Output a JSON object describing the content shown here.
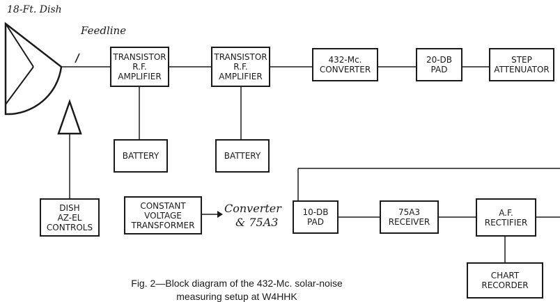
{
  "labels": {
    "dish": "18-Ft. Dish",
    "feedline": "Feedline",
    "converter_note_1": "Converter",
    "converter_note_2": "& 75A3"
  },
  "blocks": {
    "rf_amp_1": [
      "TRANSISTOR",
      "R.F.",
      "AMPLIFIER"
    ],
    "rf_amp_2": [
      "TRANSISTOR",
      "R.F.",
      "AMPLIFIER"
    ],
    "converter": [
      "432-Mc.",
      "CONVERTER"
    ],
    "pad_20db": [
      "20-DB",
      "PAD"
    ],
    "step_attenuator": [
      "STEP",
      "ATTENUATOR"
    ],
    "battery_1": [
      "BATTERY"
    ],
    "battery_2": [
      "BATTERY"
    ],
    "dish_controls": [
      "DISH",
      "AZ-EL",
      "CONTROLS"
    ],
    "cvt": [
      "CONSTANT",
      "VOLTAGE",
      "TRANSFORMER"
    ],
    "pad_10db": [
      "10-DB",
      "PAD"
    ],
    "receiver": [
      "75A3",
      "RECEIVER"
    ],
    "af_rectifier": [
      "A.F.",
      "RECTIFIER"
    ],
    "chart_recorder": [
      "CHART",
      "RECORDER"
    ]
  },
  "caption": {
    "line1": "Fig. 2—Block diagram of the 432-Mc. solar-noise",
    "line2": "measuring setup at W4HHK"
  }
}
